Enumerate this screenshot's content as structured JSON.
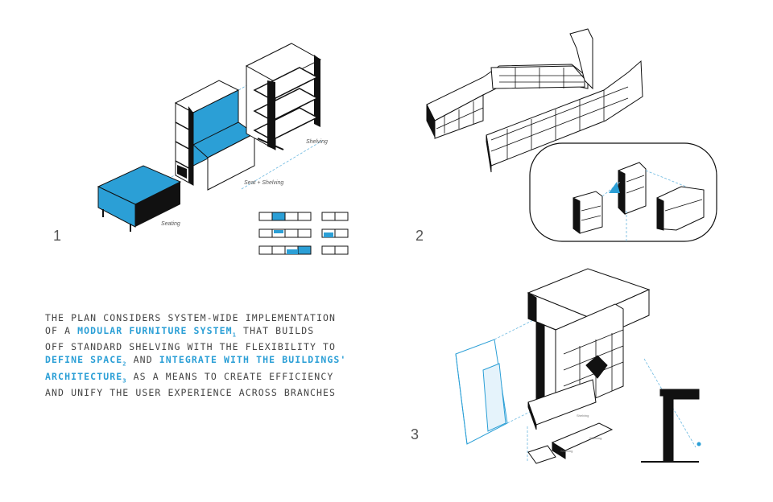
{
  "panels": {
    "p1": {
      "number": "1",
      "labels": {
        "seating": "Seating",
        "seat_shelving": "Seat + Shelving",
        "shelving": "Shelving"
      }
    },
    "p2": {
      "number": "2"
    },
    "p3": {
      "number": "3"
    }
  },
  "statement": {
    "line1": "THE PLAN CONSIDERS SYSTEM-WIDE IMPLEMENTATION",
    "line2_a": "OF A ",
    "hl1": "MODULAR FURNITURE SYSTEM",
    "sub1": "1",
    "line2_b": " THAT BUILDS",
    "line3": "OFF STANDARD SHELVING WITH THE FLEXIBILITY TO",
    "hl2": "DEFINE SPACE",
    "sub2": "2",
    "line4_b": " AND ",
    "hl3": "INTEGRATE WITH THE BUILDINGS'",
    "hl4": "ARCHITECTURE",
    "sub3": "3",
    "line5_b": " AS A MEANS TO CREATE EFFICIENCY",
    "line6": "AND UNIFY THE USER EXPERIENCE ACROSS BRANCHES"
  },
  "colors": {
    "accent": "#2b9fd6",
    "ink": "#111111"
  }
}
